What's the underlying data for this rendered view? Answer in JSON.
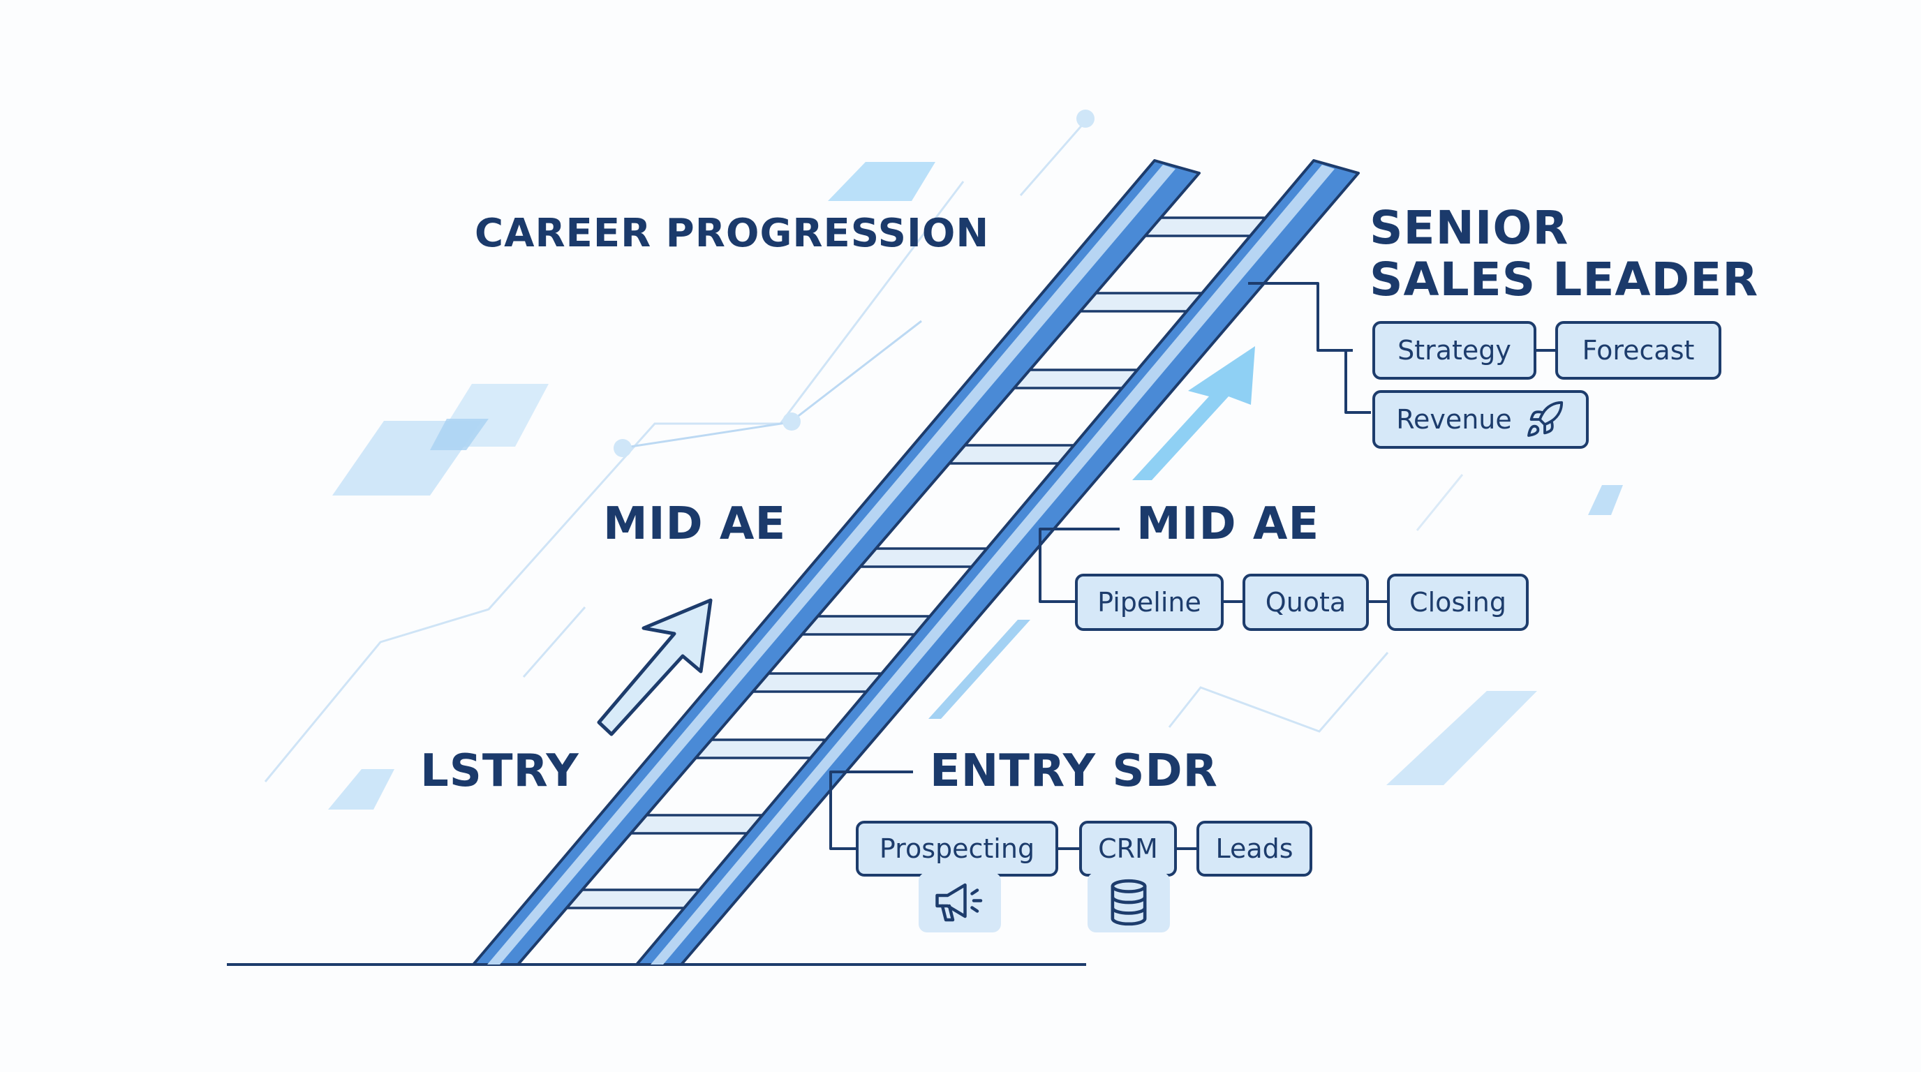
{
  "title": "CAREER PROGRESSION",
  "labels": {
    "left_mid": "MID AE",
    "left_entry": "LSTRY"
  },
  "levels": {
    "senior": {
      "title_line1": "SENIOR",
      "title_line2": "SALES LEADER",
      "skills": [
        "Strategy",
        "Forecast",
        "Revenue"
      ],
      "icon": "rocket-icon"
    },
    "mid": {
      "title": "MID AE",
      "skills": [
        "Pipeline",
        "Quota",
        "Closing"
      ]
    },
    "entry": {
      "title": "ENTRY SDR",
      "skills": [
        "Prospecting",
        "CRM",
        "Leads"
      ],
      "icons": [
        "megaphone-icon",
        "database-icon"
      ]
    }
  },
  "colors": {
    "text": "#1b3a6b",
    "outline": "#1d3c6c",
    "rail": "#4a8ad6",
    "rail_highlight": "#b7d5f3",
    "tag_fill": "#d6e8f8",
    "accent_light": "#b9dcf6",
    "accent_arrow": "#8fd0f4"
  }
}
